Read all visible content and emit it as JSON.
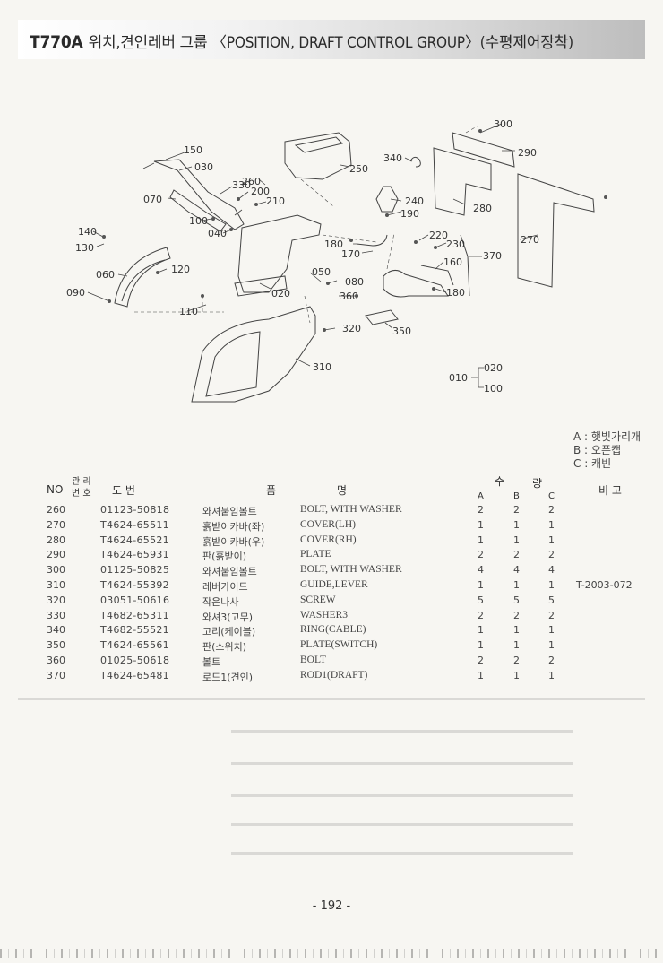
{
  "header": {
    "model": "T770A",
    "title": "위치,견인레버 그룹 〈POSITION, DRAFT CONTROL GROUP〉(수평제어장착)"
  },
  "diagram": {
    "callouts": [
      "300",
      "290",
      "150",
      "030",
      "250",
      "340",
      "330",
      "200",
      "070",
      "210",
      "260",
      "240",
      "190",
      "280",
      "100",
      "040",
      "220",
      "230",
      "140",
      "130",
      "180",
      "170",
      "270",
      "370",
      "060",
      "120",
      "160",
      "050",
      "080",
      "090",
      "020",
      "360",
      "180",
      "110",
      "320",
      "350",
      "310",
      "010",
      "020",
      "100"
    ]
  },
  "legend": {
    "items": [
      "A : 햇빛가리개",
      "B : 오픈캡",
      "C : 캐빈"
    ]
  },
  "table": {
    "headers": {
      "no": "NO",
      "mgmt_top": "관 리",
      "mgmt_bottom": "번 호",
      "drawing": "도     번",
      "name_left": "품",
      "name_right": "명",
      "qty_left": "수",
      "qty_right": "량",
      "col_a": "A",
      "col_b": "B",
      "col_c": "C",
      "remarks": "비 고"
    },
    "rows": [
      {
        "no": "260",
        "dwg": "01123-50818",
        "kr": "와셔붙임볼트",
        "en": "BOLT, WITH WASHER",
        "a": "2",
        "b": "2",
        "c": "2",
        "rm": ""
      },
      {
        "no": "270",
        "dwg": "T4624-65511",
        "kr": "흙받이카바(좌)",
        "en": "COVER(LH)",
        "a": "1",
        "b": "1",
        "c": "1",
        "rm": ""
      },
      {
        "no": "280",
        "dwg": "T4624-65521",
        "kr": "흙받이카바(우)",
        "en": "COVER(RH)",
        "a": "1",
        "b": "1",
        "c": "1",
        "rm": ""
      },
      {
        "no": "290",
        "dwg": "T4624-65931",
        "kr": "판(흙받이)",
        "en": "PLATE",
        "a": "2",
        "b": "2",
        "c": "2",
        "rm": ""
      },
      {
        "no": "300",
        "dwg": "01125-50825",
        "kr": "와셔붙임볼트",
        "en": "BOLT, WITH WASHER",
        "a": "4",
        "b": "4",
        "c": "4",
        "rm": ""
      },
      {
        "no": "310",
        "dwg": "T4624-55392",
        "kr": "레버가이드",
        "en": "GUIDE,LEVER",
        "a": "1",
        "b": "1",
        "c": "1",
        "rm": "T-2003-072"
      },
      {
        "no": "320",
        "dwg": "03051-50616",
        "kr": "작은나사",
        "en": "SCREW",
        "a": "5",
        "b": "5",
        "c": "5",
        "rm": ""
      },
      {
        "no": "330",
        "dwg": "T4682-65311",
        "kr": "와셔3(고무)",
        "en": "WASHER3",
        "a": "2",
        "b": "2",
        "c": "2",
        "rm": ""
      },
      {
        "no": "340",
        "dwg": "T4682-55521",
        "kr": "고리(케이블)",
        "en": "RING(CABLE)",
        "a": "1",
        "b": "1",
        "c": "1",
        "rm": ""
      },
      {
        "no": "350",
        "dwg": "T4624-65561",
        "kr": "판(스위치)",
        "en": "PLATE(SWITCH)",
        "a": "1",
        "b": "1",
        "c": "1",
        "rm": ""
      },
      {
        "no": "360",
        "dwg": "01025-50618",
        "kr": "볼트",
        "en": "BOLT",
        "a": "2",
        "b": "2",
        "c": "2",
        "rm": ""
      },
      {
        "no": "370",
        "dwg": "T4624-65481",
        "kr": "로드1(견인)",
        "en": "ROD1(DRAFT)",
        "a": "1",
        "b": "1",
        "c": "1",
        "rm": ""
      }
    ]
  },
  "footer": {
    "page": "- 192 -"
  }
}
